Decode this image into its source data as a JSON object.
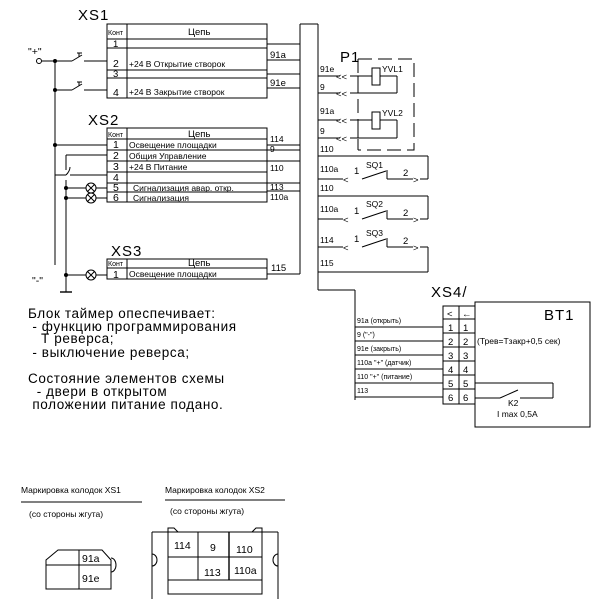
{
  "connectors": {
    "xs1": {
      "title": "XS1",
      "header": {
        "kont": "Конт",
        "circuit": "Цепь"
      },
      "rows": [
        {
          "num": "1",
          "label": "",
          "wire": ""
        },
        {
          "num": "2",
          "label": "+24 В Открытие створок",
          "wire": "91a"
        },
        {
          "num": "3",
          "label": "",
          "wire": ""
        },
        {
          "num": "4",
          "label": "+24 В Закрытие створок",
          "wire": "91e"
        }
      ]
    },
    "xs2": {
      "title": "XS2",
      "header": {
        "kont": "Конт",
        "circuit": "Цепь"
      },
      "rows": [
        {
          "num": "1",
          "label": "Освещение площадки",
          "wire": "114"
        },
        {
          "num": "2",
          "label": "Общия Управление",
          "wire": "9"
        },
        {
          "num": "3",
          "label": "+24 В Питание",
          "wire": "110"
        },
        {
          "num": "4",
          "label": "",
          "wire": ""
        },
        {
          "num": "5",
          "label": "Сигнализация авар. откр.",
          "wire": "113"
        },
        {
          "num": "6",
          "label": "Сигнализация",
          "wire": "110a"
        }
      ]
    },
    "xs3": {
      "title": "XS3",
      "header": {
        "kont": "Конт",
        "circuit": "Цепь"
      },
      "rows": [
        {
          "num": "1",
          "label": "Освещение площадки",
          "wire": "115"
        }
      ]
    },
    "xs4": {
      "title": "XS4/",
      "plug_symbol": "<",
      "socket_symbol": "←",
      "rows": [
        {
          "num": "1",
          "label": "91a (открыть)"
        },
        {
          "num": "2",
          "label": "9 (\"-\")"
        },
        {
          "num": "3",
          "label": "91e (закрыть)"
        },
        {
          "num": "4",
          "label": "110a \"+\" (датчик)"
        },
        {
          "num": "5",
          "label": "110 \"+\" (питание)"
        },
        {
          "num": "6",
          "label": "113"
        }
      ]
    }
  },
  "power": {
    "plus": "\"+\"",
    "minus": "\"-\""
  },
  "p1": {
    "title": "P1",
    "wires": [
      "91e",
      "9",
      "91a",
      "9",
      "110"
    ],
    "coils": [
      "YVL1",
      "YVL2"
    ]
  },
  "switches": [
    {
      "name": "SQ1",
      "wire_in": "110",
      "wire_out": "110a",
      "pin1": "1",
      "pin2": "2"
    },
    {
      "name": "SQ2",
      "wire_in": "110",
      "wire_out": "110a",
      "pin1": "1",
      "pin2": "2"
    },
    {
      "name": "SQ3",
      "wire_in": "114",
      "wire_out": "115",
      "pin1": "1",
      "pin2": "2"
    }
  ],
  "bt1": {
    "title": "BT1",
    "formula": "(Трев=Тзакр+0,5 сек)",
    "relay": "K2",
    "current": "I max 0,5A"
  },
  "notes": {
    "lines": [
      "Блок таймер опеспечивает:",
      " - функцию программирования",
      "   Т реверса;",
      " - выключение реверса;",
      "Состояние элементов схемы",
      "  - двери в открытом",
      " положении питание подано."
    ]
  },
  "markings": {
    "xs1": {
      "title": "Маркировка колодок XS1",
      "subtitle": "(со стороны жгута)",
      "cells": [
        "91a",
        "91e"
      ]
    },
    "xs2": {
      "title": "Маркировка колодок XS2",
      "subtitle": "(со стороны жгута)",
      "cells_top": [
        "114",
        "9",
        "110"
      ],
      "cells_bottom": [
        "",
        "113",
        "110a"
      ]
    }
  }
}
